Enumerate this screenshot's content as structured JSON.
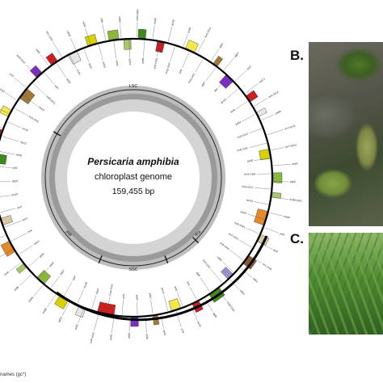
{
  "genome_map": {
    "species": "Persicaria amphibia",
    "genome_type": "chloroplast genome",
    "length": "159,455 bp",
    "region_labels": {
      "lsc_top": "LSC",
      "ssc_bottom": "SSC",
      "ira": "IRA",
      "irb": "IRB"
    },
    "gene_labels": [
      "trnH-GUG",
      "psbA",
      "matK",
      "trnK-UUU",
      "rps16",
      "trnQ-UUG",
      "psbK",
      "psbI",
      "trnS-GCU",
      "trnG-UCC",
      "atpA",
      "atpF",
      "atpH",
      "atpI",
      "rps2",
      "rpoC2",
      "rpoC1",
      "rpoB",
      "trnC-GCA",
      "petN",
      "psbM",
      "trnD-GUC",
      "trnY-GUA",
      "trnE-UUC",
      "trnT-GGU",
      "psbD",
      "psbC",
      "trnS-UGA",
      "psbZ",
      "trnG-GCC",
      "trnfM-CAU",
      "rps14",
      "psaB",
      "psaA",
      "ycf3",
      "trnS-GGA",
      "rps4",
      "trnT-UGU",
      "trnL-UAA",
      "trnF-GAA",
      "ndhJ",
      "ndhK",
      "ndhC",
      "trnV-UAC",
      "trnM-CAU",
      "atpE",
      "atpB",
      "rbcL",
      "accD",
      "psaI",
      "ycf4",
      "cemA",
      "petA",
      "psbJ",
      "psbL",
      "psbF",
      "psbE",
      "petL",
      "petG",
      "trnW-CCA",
      "trnP-UGG",
      "psaJ",
      "rpl33",
      "rps18",
      "rpl20",
      "clpP",
      "psbB",
      "psbT",
      "psbN",
      "psbH",
      "petB",
      "petD",
      "rpoA",
      "rps11",
      "rpl36",
      "infA",
      "rps8",
      "rpl14",
      "rpl16",
      "rps3",
      "rpl22",
      "rps19",
      "rpl2",
      "rpl23",
      "trnI-CAU",
      "ycf2",
      "trnL-CAA",
      "ndhB",
      "rps7",
      "rps12",
      "trnV-GAC",
      "rrn16",
      "trnI-GAU",
      "trnA-UGC",
      "rrn23",
      "rrn4.5",
      "rrn5",
      "trnR-ACG",
      "trnN-GUU",
      "ycf1",
      "ndhF",
      "rpl32",
      "trnL-UAG",
      "ccsA",
      "ndhD",
      "psaC",
      "ndhE",
      "ndhG",
      "ndhI",
      "ndhA",
      "ndhH",
      "rps15"
    ],
    "colors": {
      "photosystem_I": "#d8d000",
      "photosystem_II": "#3f8a1e",
      "cytochrome": "#8ab83a",
      "atp_synthase": "#a8c86a",
      "nadh_dehydrogenase": "#f2e84a",
      "rubisco": "#4f7a2b",
      "rna_polymerase": "#c21f1f",
      "ribosomal_small": "#d6cba0",
      "ribosomal_large": "#a07a38",
      "clpP_matK": "#e58a2a",
      "other_genes": "#8a5a2a",
      "hypothetical": "#9b8fd0",
      "trna": "#1b1b1b",
      "rrna": "#cc1f1f",
      "ycf": "#7a2fbf",
      "intron": "#e6e6e6"
    },
    "footnote": "names (gc*)"
  },
  "panels": [
    {
      "label": "B."
    },
    {
      "label": "C."
    }
  ]
}
